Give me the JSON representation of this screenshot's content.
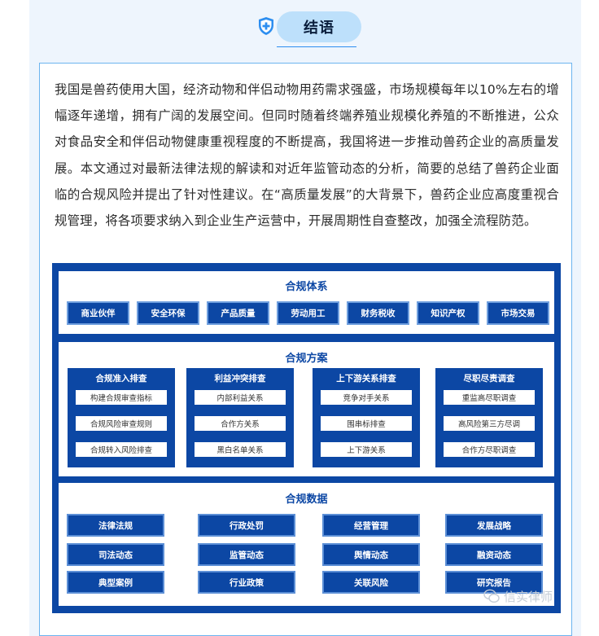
{
  "header": {
    "title": "结语",
    "icon": "shield-plus-icon"
  },
  "paragraph": "我国是兽药使用大国，经济动物和伴侣动物用药需求强盛，市场规模每年以10%左右的增幅逐年递增，拥有广阔的发展空间。但同时随着终端养殖业规模化养殖的不断推进，公众对食品安全和伴侣动物健康重视程度的不断提高，我国将进一步推动兽药企业的高质量发展。本文通过对最新法律法规的解读和对近年监管动态的分析，简要的总结了兽药企业面临的合规风险并提出了针对性建议。在“高质量发展”的大背景下，兽药企业应高度重视合规管理，将各项要求纳入到企业生产运营中，开展周期性自查整改，加强全流程防范。",
  "diagram": {
    "colors": {
      "primary": "#0c47a4",
      "chip_border": "#6f9fde"
    },
    "system": {
      "title": "合规体系",
      "items": [
        "商业伙伴",
        "安全环保",
        "产品质量",
        "劳动用工",
        "财务税收",
        "知识产权",
        "市场交易"
      ]
    },
    "plan": {
      "title": "合规方案",
      "columns": [
        {
          "title": "合规准入排查",
          "items": [
            "构建合规审查指标",
            "合规风险审查规则",
            "合规转入风险排查"
          ]
        },
        {
          "title": "利益冲突排查",
          "items": [
            "内部利益关系",
            "合作方关系",
            "黑白名单关系"
          ]
        },
        {
          "title": "上下游关系排查",
          "items": [
            "竞争对手关系",
            "围串标排查",
            "上下游关系"
          ]
        },
        {
          "title": "尽职尽责调查",
          "items": [
            "重监高尽职调查",
            "高风险第三方尽调",
            "合作方尽职调查"
          ]
        }
      ]
    },
    "data": {
      "title": "合规数据",
      "columns": [
        [
          "法律法规",
          "司法动态",
          "典型案例"
        ],
        [
          "行政处罚",
          "监管动态",
          "行业政策"
        ],
        [
          "经营管理",
          "舆情动态",
          "关联风险"
        ],
        [
          "发展战略",
          "融资动态",
          "研究报告"
        ]
      ]
    }
  },
  "watermark": {
    "text": "信实律师",
    "icon": "wechat-icon"
  }
}
